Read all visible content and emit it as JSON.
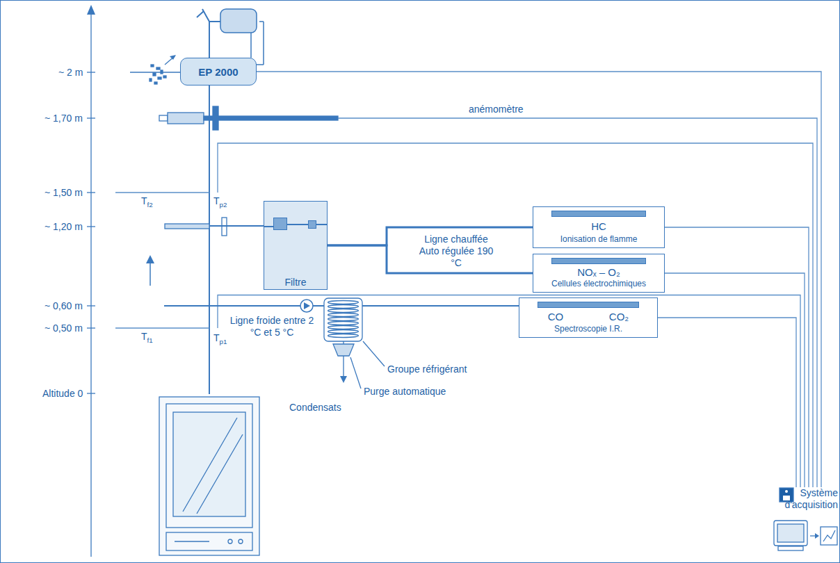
{
  "diagram": {
    "nodes": [
      {
        "text": [
          "EP 2000"
        ]
      },
      {
        "text": [
          "Filtre"
        ]
      },
      {
        "text": [
          "HC",
          "Ionisation de flamme"
        ]
      },
      {
        "text": [
          "NOₓ – O₂",
          "Cellules électrochimiques"
        ]
      },
      {
        "text": [
          "CO",
          "CO₂",
          "Spectroscopie I.R."
        ]
      },
      {
        "text": [
          "Système d'acquisition"
        ]
      }
    ],
    "edges": [
      {
        "from": 1,
        "to": 2,
        "arrow": "none"
      },
      {
        "from": 1,
        "to": 3,
        "arrow": "none"
      },
      {
        "from": 0,
        "to": 5,
        "arrow": "none"
      },
      {
        "from": 2,
        "to": 5,
        "arrow": "none"
      },
      {
        "from": 3,
        "to": 5,
        "arrow": "none"
      },
      {
        "from": 4,
        "to": 5,
        "arrow": "none"
      }
    ],
    "labels": [
      "~ 2 m",
      "~ 1,70 m",
      "~ 1,50 m",
      "~ 1,20 m",
      "~ 0,60 m",
      "~ 0,50 m",
      "Altitude 0",
      "anémomètre",
      "Tf2",
      "Tp2",
      "Ligne chauffée Auto régulée 190 °C",
      "Tf1",
      "Tp1",
      "Ligne froide entre 2 °C et 5 °C",
      "Groupe réfrigérant",
      "Purge automatique",
      "Condensats"
    ]
  }
}
